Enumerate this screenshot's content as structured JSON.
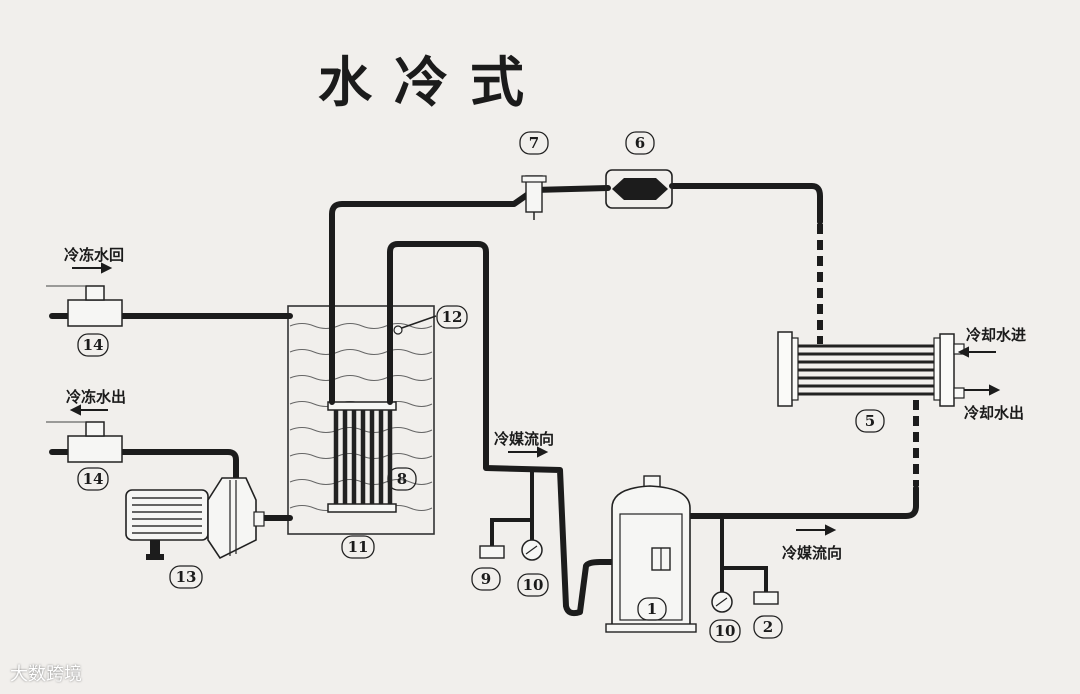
{
  "title": "水冷式",
  "labels": {
    "chilled_water_return": "冷冻水回",
    "chilled_water_out": "冷冻水出",
    "cooling_water_in": "冷却水进",
    "cooling_water_out": "冷却水出",
    "refrigerant_flow_upper": "冷媒流向",
    "refrigerant_flow_lower": "冷媒流向"
  },
  "numbers": {
    "n1": "1",
    "n2": "2",
    "n5": "5",
    "n6": "6",
    "n7": "7",
    "n8": "8",
    "n9": "9",
    "n10a": "10",
    "n10b": "10",
    "n11": "11",
    "n12": "12",
    "n13": "13",
    "n14a": "14",
    "n14b": "14"
  },
  "watermark": "大数跨境"
}
